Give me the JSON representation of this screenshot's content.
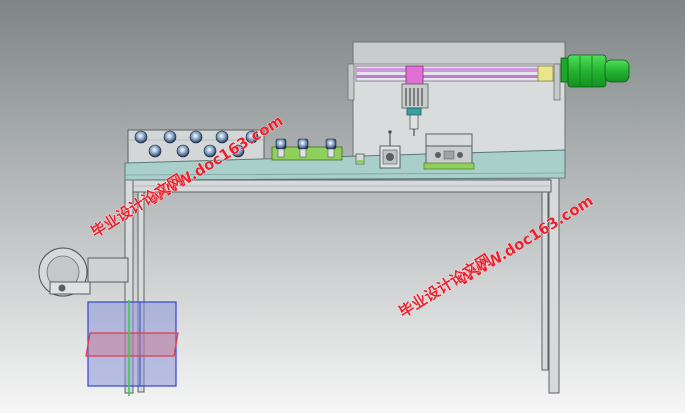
{
  "watermarks": {
    "left": {
      "url": "WWW.doc163.com",
      "cn": "毕业设计论文网"
    },
    "right": {
      "url": "WWW.doc163.com",
      "cn": "毕业设计论文网"
    }
  },
  "colors": {
    "background_top": "#7f8586",
    "background_bottom": "#f5f5f5",
    "table_top": "#a9cfcb",
    "frame": "#d7dadb",
    "cabinet": "#d9dcdc",
    "motor": "#2dc03d",
    "slide_rail": "#cc99dd",
    "guide_block": "#e26fd8",
    "tool": "#3aa0a5",
    "plate": "#8fd05a",
    "box_blue": "#3344d6",
    "box_red": "#e03b4b",
    "watermark": "#e8232f"
  },
  "components": [
    "background-gradient",
    "worktable-top",
    "table-legs",
    "side-cabinet",
    "drive-motor",
    "slide-rail",
    "spindle-head",
    "roller-panel",
    "guide-roller-plate",
    "clamp-block",
    "fixture",
    "vice",
    "reel-wheel",
    "feed-box"
  ]
}
